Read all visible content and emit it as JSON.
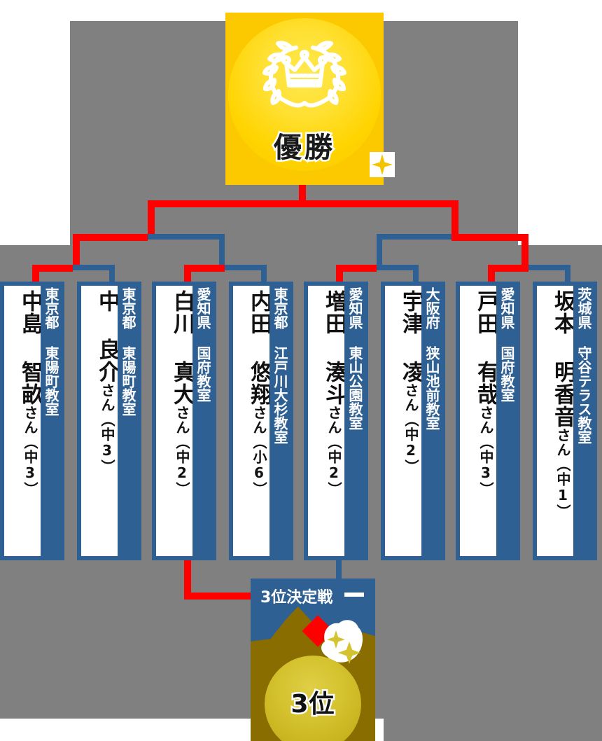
{
  "bracket": {
    "title_champion": "優勝",
    "title_third": "3位",
    "third_match_label": "3位決定戦",
    "colors": {
      "winner_line": "#ff0000",
      "loser_line": "#2e6094",
      "card": "#2e6094",
      "gold": "#fcc800",
      "backdrop": "#808080",
      "third_hill": "#8a6d00"
    },
    "icons": {
      "champion_emblem": "laurel-crown-emblem",
      "champion_sparkle": "sparkle-icon",
      "third_sparkle": "sparkle-cloud-icon",
      "third_diamond": "diamond-icon"
    }
  },
  "players": [
    {
      "name": "中島 智畝",
      "name_main": "中島 智畝",
      "suffix": "さん",
      "grade": "（中3）",
      "affiliation": "東京都 東陽町教室"
    },
    {
      "name": "中良介",
      "name_main": "中 良介",
      "suffix": "さん",
      "grade": "（中3）",
      "affiliation": "東京都 東陽町教室"
    },
    {
      "name": "白川 真大",
      "name_main": "白川 真大",
      "suffix": "さん",
      "grade": "（中2）",
      "affiliation": "愛知県 国府教室"
    },
    {
      "name": "内田 悠翔",
      "name_main": "内田 悠翔",
      "suffix": "さん",
      "grade": "（小6）",
      "affiliation": "東京都 江戸川大杉教室"
    },
    {
      "name": "増田 湊斗",
      "name_main": "増田 湊斗",
      "suffix": "さん",
      "grade": "（中2）",
      "affiliation": "愛知県 東山公園教室"
    },
    {
      "name": "宇津 凌",
      "name_main": "宇津 凌",
      "suffix": "さん",
      "grade": "（中2）",
      "affiliation": "大阪府 狭山池前教室"
    },
    {
      "name": "戸田 有哉",
      "name_main": "戸田 有哉",
      "suffix": "さん",
      "grade": "（中3）",
      "affiliation": "愛知県 国府教室"
    },
    {
      "name": "坂本 明香音",
      "name_main": "坂本 明香音",
      "suffix": "さん",
      "grade": "（中1）",
      "affiliation": "茨城県 守谷テラス教室"
    }
  ]
}
